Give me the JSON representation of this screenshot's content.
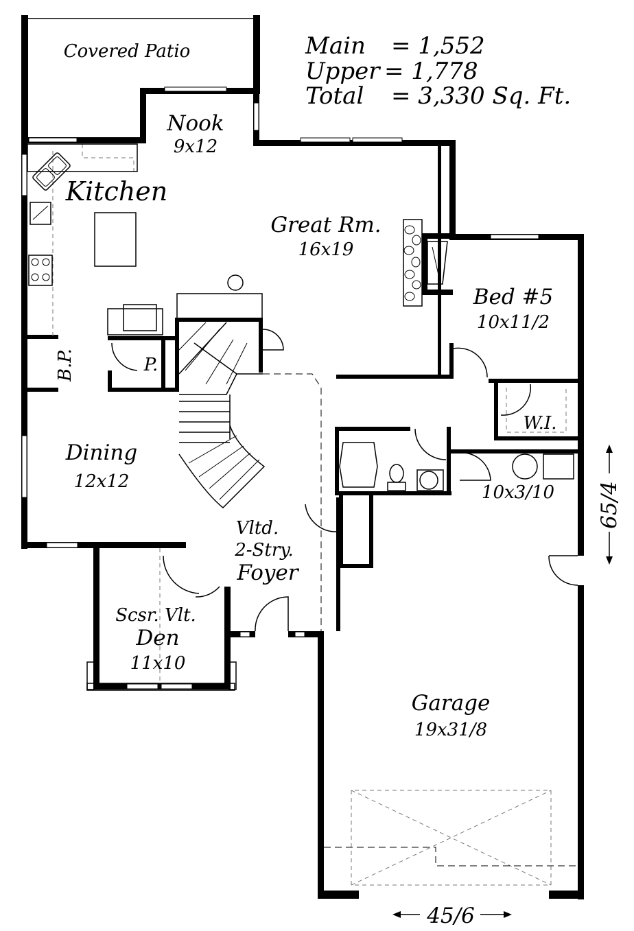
{
  "area_summary": {
    "main_label": "Main",
    "main_value": "= 1,552",
    "upper_label": "Upper",
    "upper_value": "= 1,778",
    "total_label": "Total",
    "total_value": "= 3,330 Sq. Ft."
  },
  "rooms": {
    "covered_patio": {
      "name": "Covered Patio"
    },
    "nook": {
      "name": "Nook",
      "size": "9x12"
    },
    "kitchen": {
      "name": "Kitchen"
    },
    "great_room": {
      "name": "Great Rm.",
      "size": "16x19"
    },
    "bed5": {
      "name": "Bed #5",
      "size": "10x11/2"
    },
    "walk_in": {
      "name": "W.I."
    },
    "pantry": {
      "name": "P."
    },
    "bp": {
      "name": "B.P."
    },
    "dining": {
      "name": "Dining",
      "size": "12x12"
    },
    "laundry": {
      "size": "10x3/10"
    },
    "foyer": {
      "line1": "Vltd.",
      "line2": "2-Stry.",
      "line3": "Foyer"
    },
    "den": {
      "line1": "Scsr. Vlt.",
      "line2": "Den",
      "size": "11x10"
    },
    "garage": {
      "name": "Garage",
      "size": "19x31/8"
    }
  },
  "dimensions": {
    "width": "45/6",
    "depth": "65/4"
  }
}
